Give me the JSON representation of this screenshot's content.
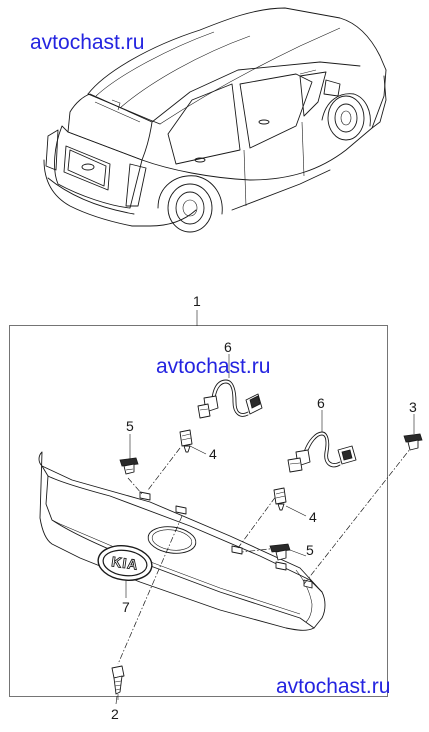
{
  "watermarks": [
    "avtochast.ru",
    "avtochast.ru",
    "avtochast.ru"
  ],
  "callouts": {
    "assembly": "1",
    "screw": "2",
    "clip_right": "3",
    "lamp_socket_left": "4",
    "lamp_socket_right": "4",
    "clip_left": "5",
    "clip_center": "5",
    "harness_left": "6",
    "harness_right": "6",
    "emblem": "7"
  },
  "emblem_text": "KIA"
}
